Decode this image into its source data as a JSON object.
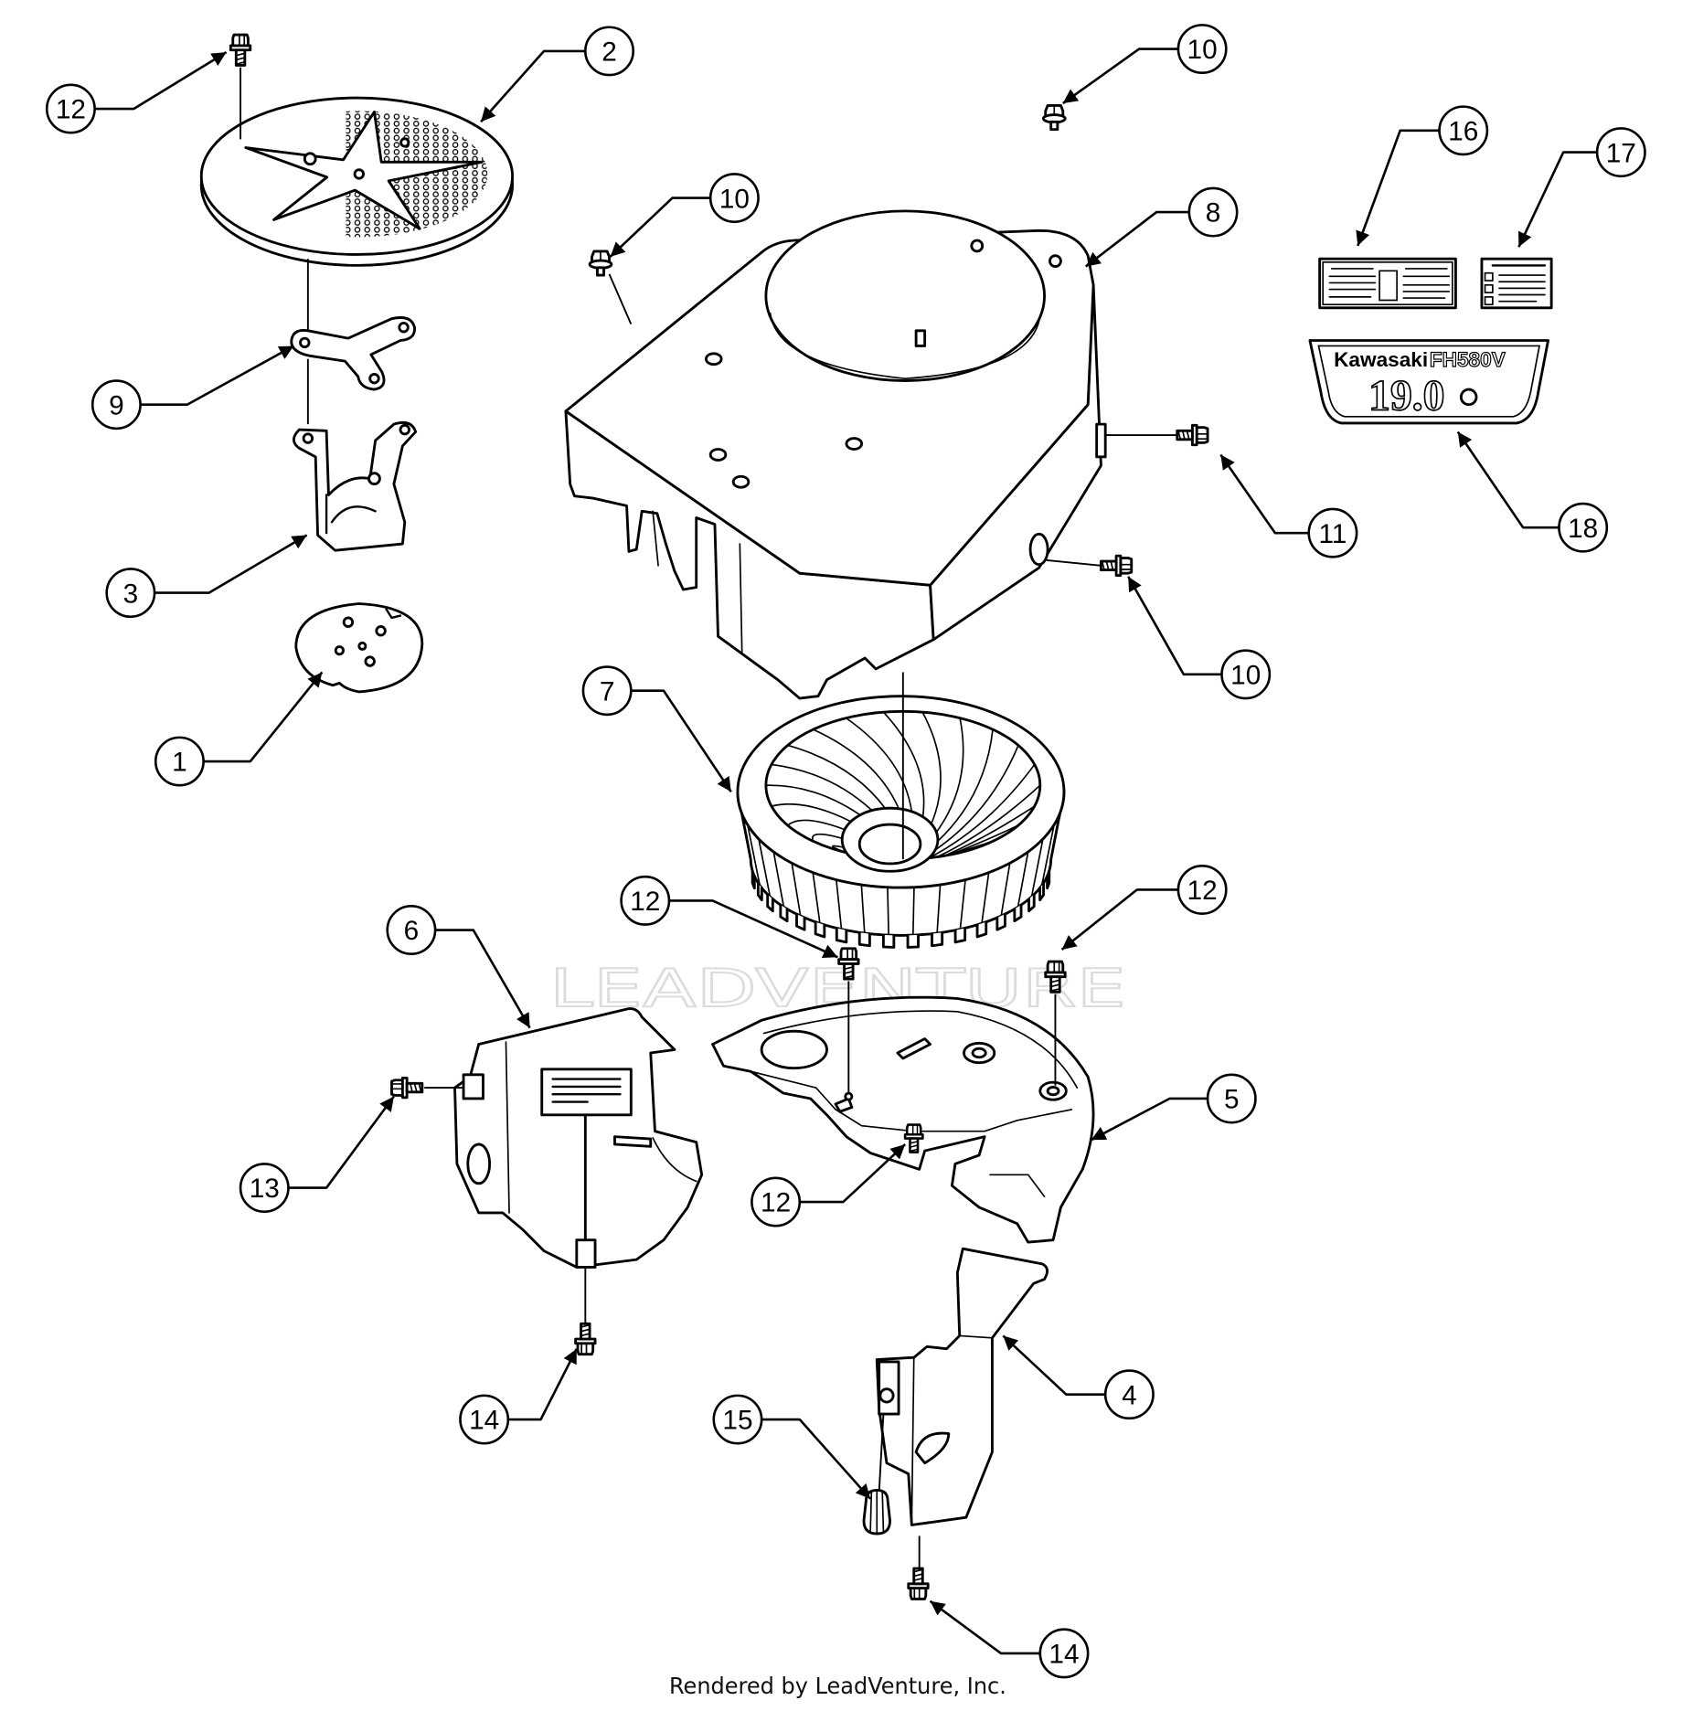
{
  "callouts": [
    "12",
    "2",
    "10",
    "16",
    "17",
    "10",
    "8",
    "9",
    "11",
    "18",
    "3",
    "10",
    "7",
    "1",
    "12",
    "12",
    "6",
    "5",
    "13",
    "12",
    "4",
    "15",
    "14",
    "14"
  ],
  "decal_18": {
    "brand": "Kawasaki",
    "model": "FH580V",
    "rating": "19.0"
  },
  "watermark": "LEADVENTURE",
  "footer": "Rendered by LeadVenture, Inc."
}
